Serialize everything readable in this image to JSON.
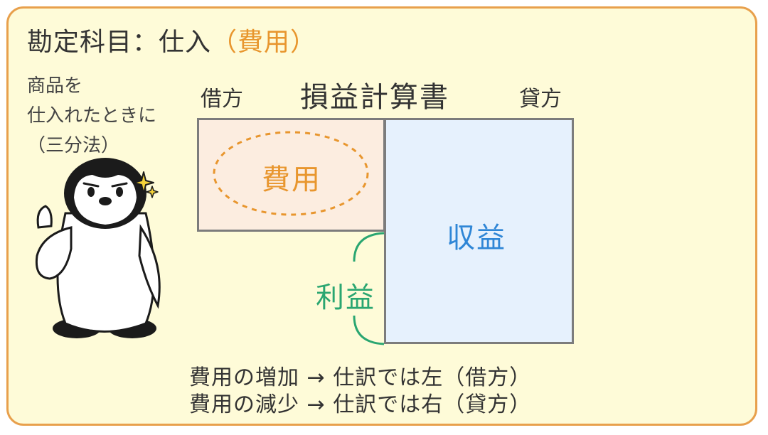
{
  "title": {
    "prefix": "勘定科目：仕入",
    "category": "（費用）"
  },
  "note": {
    "lines": [
      "商品を",
      "仕入れたときに",
      "（三分法）"
    ]
  },
  "statement": {
    "title": "損益計算書",
    "debit_label": "借方",
    "credit_label": "貸方",
    "expense_label": "費用",
    "revenue_label": "収益",
    "profit_label": "利益"
  },
  "rules": [
    "費用の増加 → 仕訳では左（借方）",
    "費用の減少 → 仕訳では右（貸方）"
  ],
  "colors": {
    "card_border": "#e8a04c",
    "card_bg": "#fefbd8",
    "expense": "#e8962e",
    "revenue": "#2f86d6",
    "profit": "#2aa671",
    "expense_box": "#fcede0",
    "revenue_box": "#e6f1fd"
  },
  "icons": [
    "penguin-mascot",
    "sparkle-icon"
  ]
}
